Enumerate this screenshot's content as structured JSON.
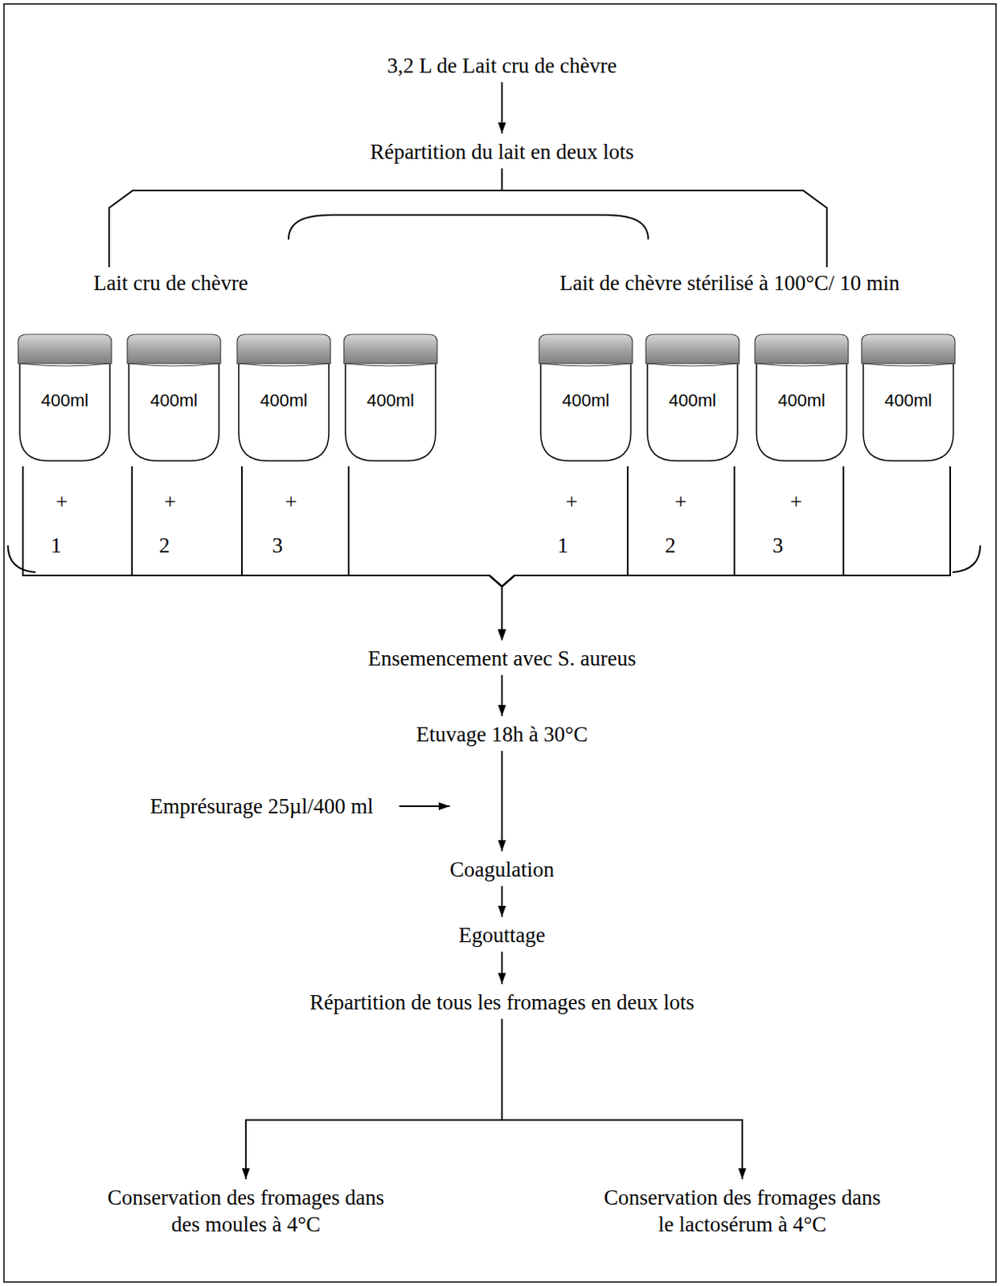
{
  "diagram": {
    "nodes": [
      {
        "text": [
          "3,2 L de Lait cru de chèvre"
        ]
      },
      {
        "text": [
          "Répartition du lait en deux lots"
        ]
      },
      {
        "text": [
          "Lait cru de chèvre"
        ]
      },
      {
        "text": [
          "Lait de chèvre stérilisé à 100°C/ 10 min"
        ]
      },
      {
        "text": [
          "400ml"
        ]
      },
      {
        "text": [
          "400ml"
        ]
      },
      {
        "text": [
          "400ml"
        ]
      },
      {
        "text": [
          "400ml"
        ]
      },
      {
        "text": [
          "400ml"
        ]
      },
      {
        "text": [
          "400ml"
        ]
      },
      {
        "text": [
          "400ml"
        ]
      },
      {
        "text": [
          "400ml"
        ]
      },
      {
        "text": [
          "Ensemencement avec S. aureus"
        ]
      },
      {
        "text": [
          "Etuvage 18h à 30°C"
        ]
      },
      {
        "text": [
          "Coagulation"
        ]
      },
      {
        "text": [
          "Egouttage"
        ]
      },
      {
        "text": [
          "Répartition de tous les fromages en deux lots"
        ]
      },
      {
        "text": [
          "Conservation des fromages dans des moules à 4°C"
        ]
      },
      {
        "text": [
          "Conservation des fromages dans le lactosérum à 4°C"
        ]
      }
    ],
    "edges": [
      {
        "from": 0,
        "to": 1,
        "arrow": "to"
      },
      {
        "from": 1,
        "to": 2,
        "arrow": "none"
      },
      {
        "from": 1,
        "to": 3,
        "arrow": "none"
      },
      {
        "from": 4,
        "to": 12,
        "arrow": "to"
      },
      {
        "from": 5,
        "to": 12,
        "arrow": "to"
      },
      {
        "from": 6,
        "to": 12,
        "arrow": "to"
      },
      {
        "from": 7,
        "to": 12,
        "arrow": "to"
      },
      {
        "from": 8,
        "to": 12,
        "arrow": "to"
      },
      {
        "from": 9,
        "to": 12,
        "arrow": "to"
      },
      {
        "from": 10,
        "to": 12,
        "arrow": "to"
      },
      {
        "from": 11,
        "to": 12,
        "arrow": "to"
      },
      {
        "from": 12,
        "to": 13,
        "arrow": "to"
      },
      {
        "from": 13,
        "to": 14,
        "arrow": "to"
      },
      {
        "from": 14,
        "to": 15,
        "arrow": "to"
      },
      {
        "from": 15,
        "to": 16,
        "arrow": "to"
      },
      {
        "from": 16,
        "to": 17,
        "arrow": "to"
      },
      {
        "from": 16,
        "to": 18,
        "arrow": "to"
      }
    ],
    "labels": [
      "+",
      "+",
      "+",
      "+",
      "+",
      "+",
      "1",
      "2",
      "3",
      "1",
      "2",
      "3",
      "Emprésurage 25µl/400 ml"
    ]
  }
}
